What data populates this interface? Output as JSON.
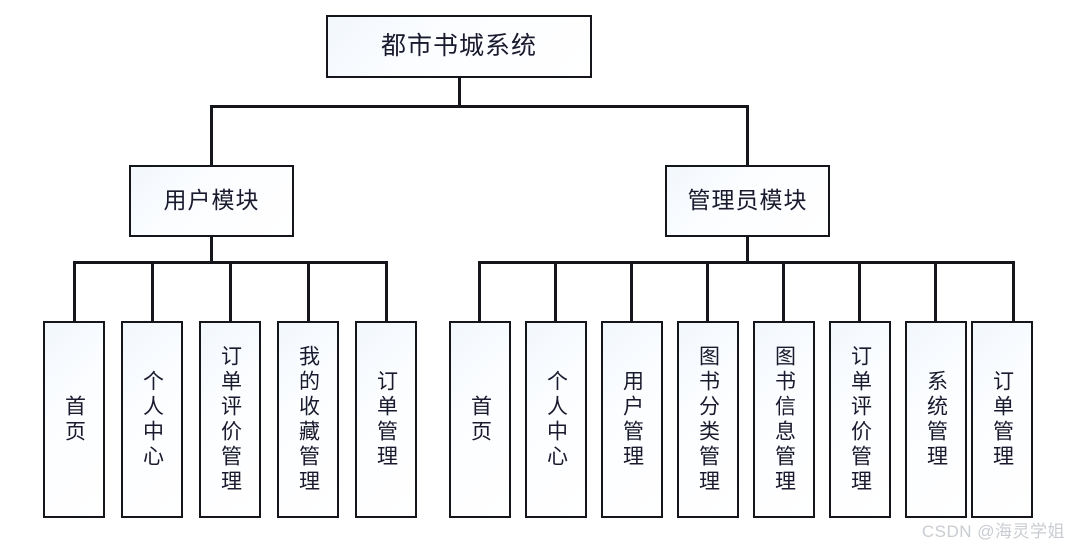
{
  "diagram": {
    "title": "都市书城系统",
    "type": "tree",
    "root": {
      "label": "都市书城系统"
    },
    "modules": [
      {
        "label": "用户模块"
      },
      {
        "label": "管理员模块"
      }
    ],
    "user_module_leaves": [
      {
        "label": "首页"
      },
      {
        "label": "个人中心"
      },
      {
        "label": "订单评价管理"
      },
      {
        "label": "我的收藏管理"
      },
      {
        "label": "订单管理"
      }
    ],
    "admin_module_leaves": [
      {
        "label": "首页"
      },
      {
        "label": "个人中心"
      },
      {
        "label": "用户管理"
      },
      {
        "label": "图书分类管理"
      },
      {
        "label": "图书信息管理"
      },
      {
        "label": "订单评价管理"
      },
      {
        "label": "系统管理"
      },
      {
        "label": "订单管理"
      }
    ],
    "colors": {
      "line": "#15161c",
      "box_fill": "#f4f8fc",
      "text": "#1a1a2e",
      "watermark": "#c9ccd2"
    }
  },
  "watermark": {
    "text": "CSDN @海灵学姐"
  }
}
